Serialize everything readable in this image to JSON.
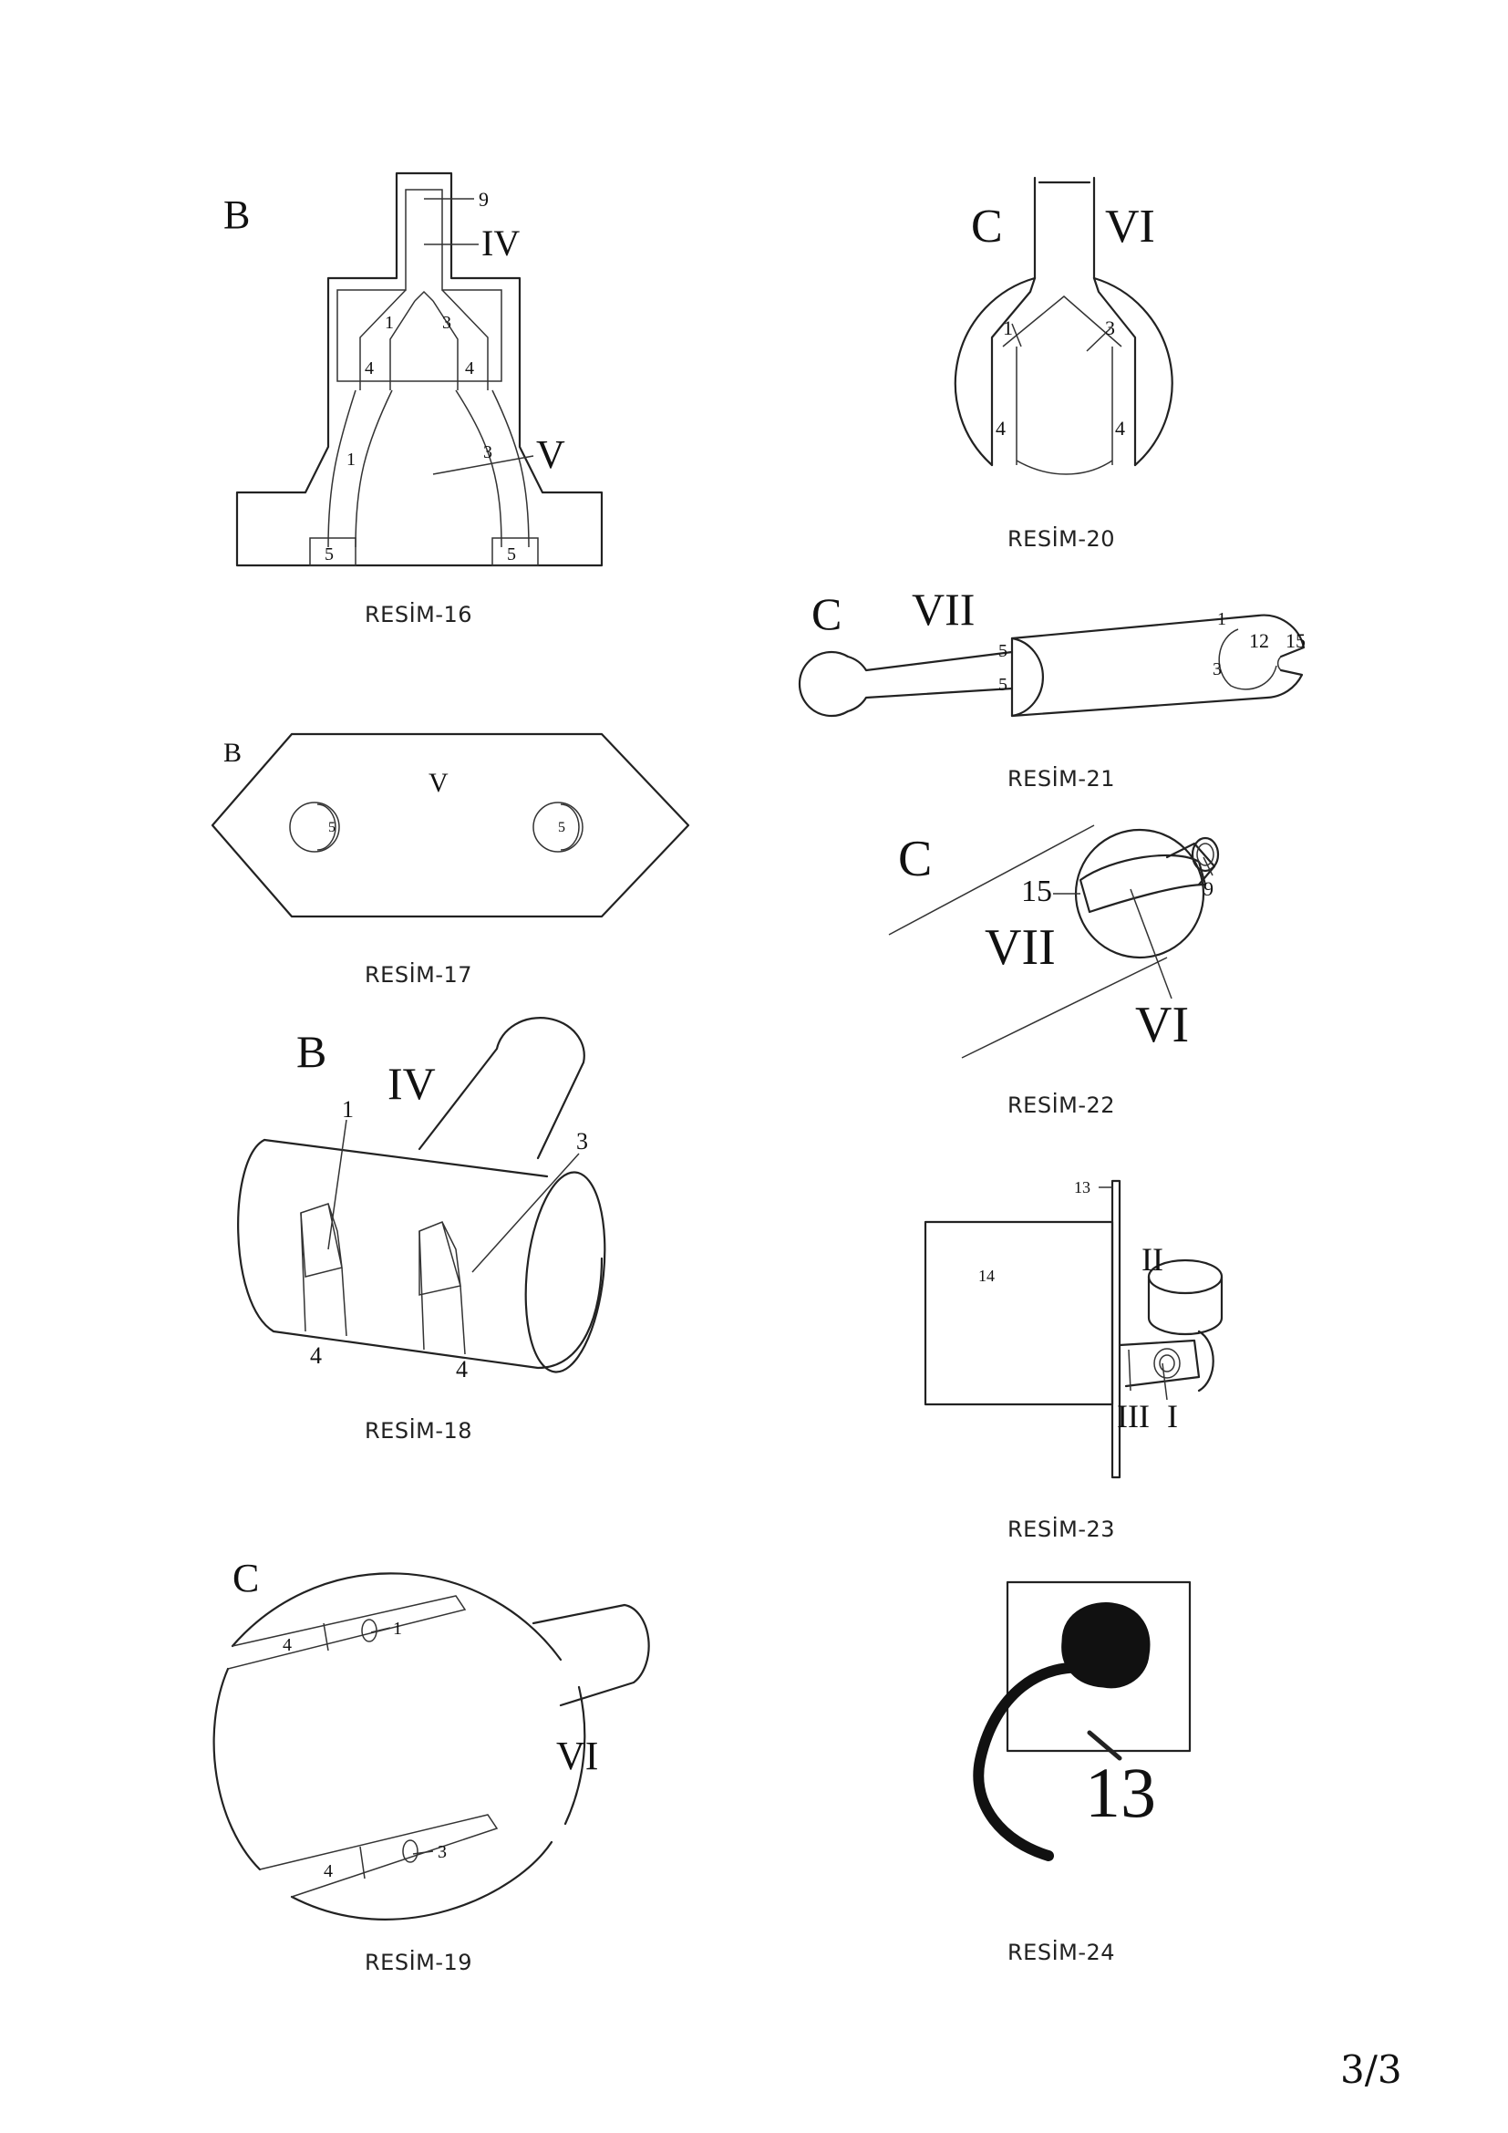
{
  "page_number": "3/3",
  "figures": {
    "f16": {
      "caption": "RESİM-16",
      "labels": {
        "B": "B",
        "IV": "IV",
        "V": "V",
        "n9": "9",
        "n1a": "1",
        "n3a": "3",
        "n4a": "4",
        "n4b": "4",
        "n1b": "1",
        "n3b": "3",
        "n5a": "5",
        "n5b": "5"
      }
    },
    "f17": {
      "caption": "RESİM-17",
      "labels": {
        "B": "B",
        "V": "V",
        "n5a": "5",
        "n5b": "5"
      }
    },
    "f18": {
      "caption": "RESİM-18",
      "labels": {
        "B": "B",
        "IV": "IV",
        "n1": "1",
        "n3": "3",
        "n4a": "4",
        "n4b": "4"
      }
    },
    "f19": {
      "caption": "RESİM-19",
      "labels": {
        "C": "C",
        "VI": "VI",
        "n4a": "4",
        "n1": "1",
        "n4b": "4",
        "n3": "3"
      }
    },
    "f20": {
      "caption": "RESİM-20",
      "labels": {
        "C": "C",
        "VI": "VI",
        "n1": "1",
        "n3": "3",
        "n4a": "4",
        "n4b": "4"
      }
    },
    "f21": {
      "caption": "RESİM-21",
      "labels": {
        "C": "C",
        "VII": "VII",
        "n5a": "5",
        "n5b": "5",
        "n1": "1",
        "n3": "3",
        "n12": "12",
        "n15": "15"
      }
    },
    "f22": {
      "caption": "RESİM-22",
      "labels": {
        "C": "C",
        "n15": "15",
        "n9": "9",
        "VII": "VII",
        "VI": "VI"
      }
    },
    "f23": {
      "caption": "RESİM-23",
      "labels": {
        "n13": "13",
        "n14": "14",
        "II": "II",
        "III": "III",
        "I": "I"
      }
    },
    "f24": {
      "caption": "RESİM-24",
      "labels": {
        "n13": "13"
      }
    }
  }
}
